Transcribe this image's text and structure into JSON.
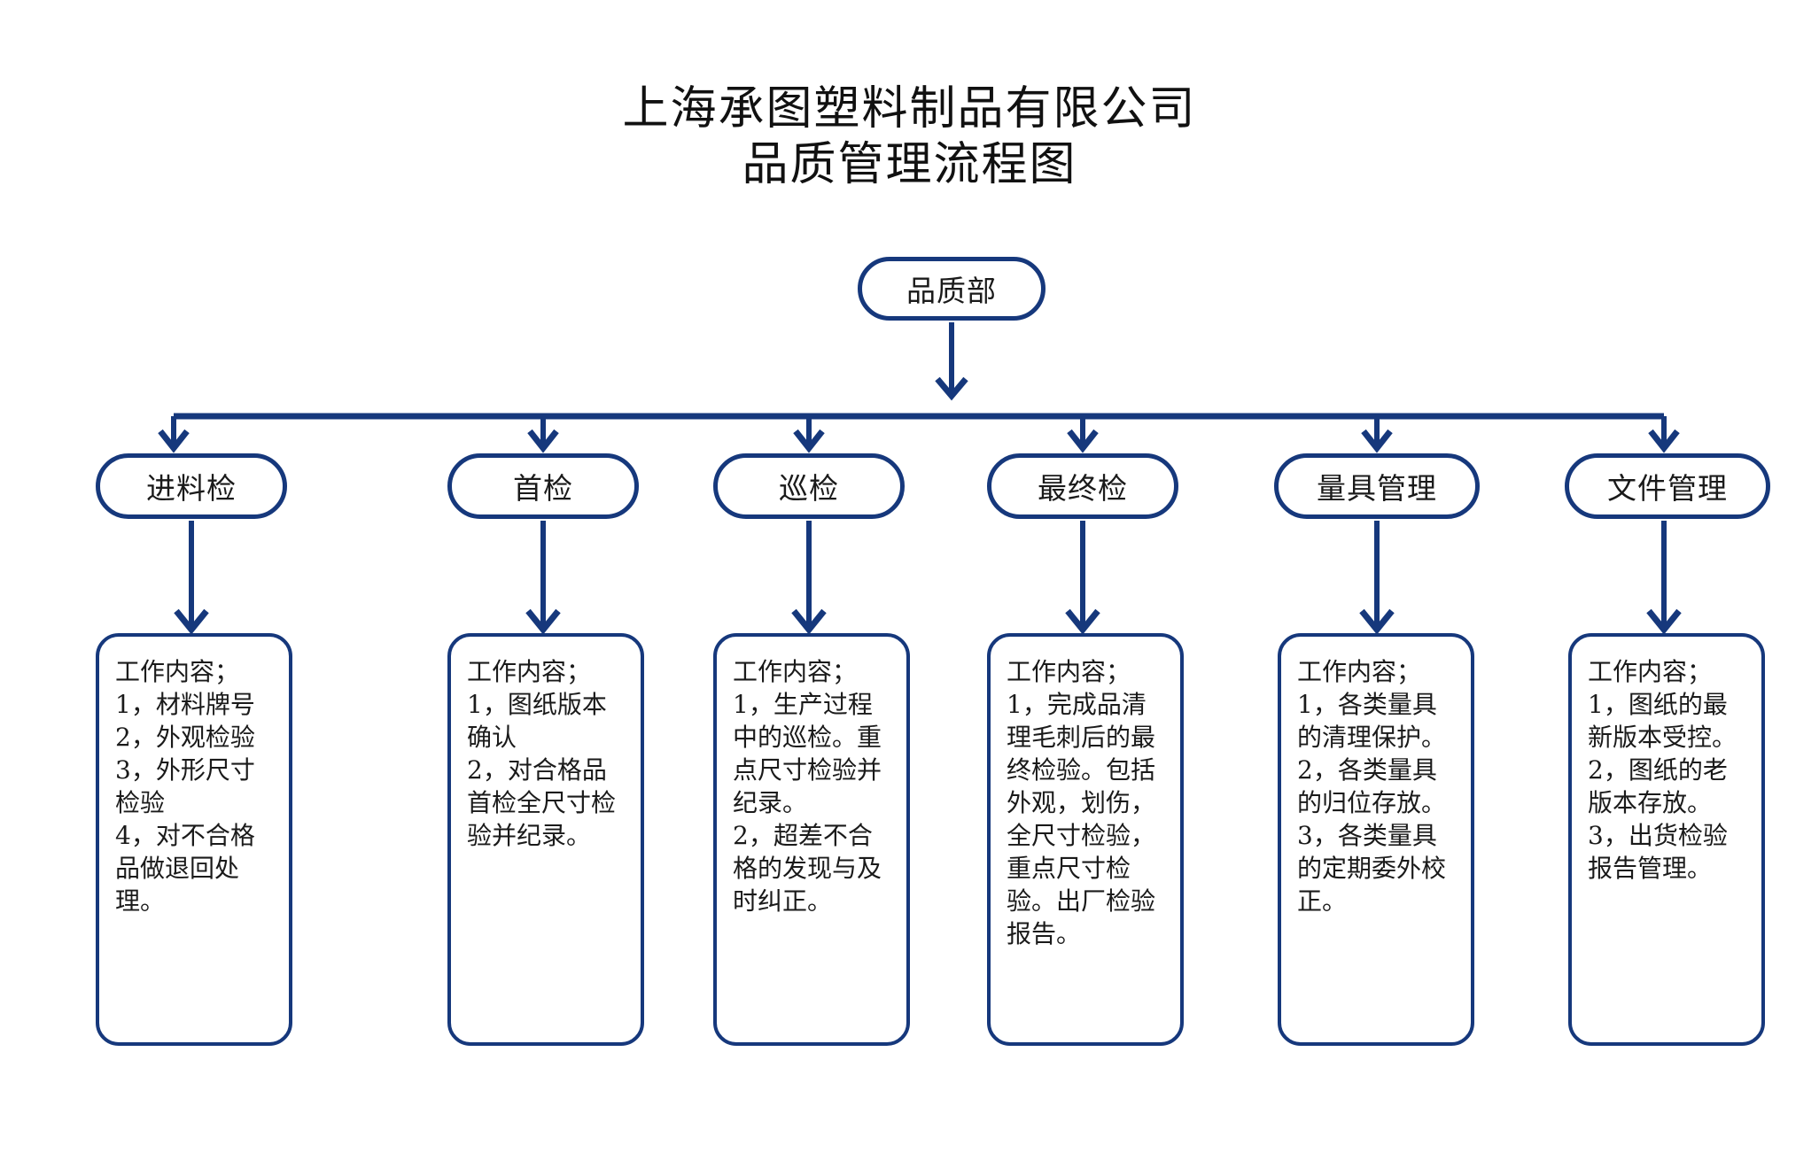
{
  "doc": {
    "title_line1": "上海承图塑料制品有限公司",
    "title_line2": "品质管理流程图",
    "accent_color": "#16387c",
    "background_color": "#ffffff"
  },
  "root_node": {
    "label": "品质部"
  },
  "departments": [
    {
      "id": "incoming-inspection",
      "label": "进料检",
      "detail": "工作内容；\n1，材料牌号\n2，外观检验\n3，外形尺寸检验\n4，对不合格品做退回处理。"
    },
    {
      "id": "first-article-inspection",
      "label": "首检",
      "detail": "工作内容；\n1，图纸版本确认\n2，对合格品首检全尺寸检验并纪录。"
    },
    {
      "id": "patrol-inspection",
      "label": "巡检",
      "detail": "工作内容；\n1，生产过程中的巡检。重点尺寸检验并纪录。\n2，超差不合格的发现与及时纠正。"
    },
    {
      "id": "final-inspection",
      "label": "最终检",
      "detail": "工作内容；\n1，完成品清理毛刺后的最终检验。包括外观，划伤，全尺寸检验，重点尺寸检验。出厂检验报告。"
    },
    {
      "id": "gauge-management",
      "label": "量具管理",
      "detail": "工作内容；\n1，各类量具的清理保护。\n2，各类量具的归位存放。\n3，各类量具的定期委外校正。"
    },
    {
      "id": "document-management",
      "label": "文件管理",
      "detail": "工作内容；\n1，图纸的最新版本受控。\n2，图纸的老版本存放。\n3，出货检验报告管理。"
    }
  ]
}
